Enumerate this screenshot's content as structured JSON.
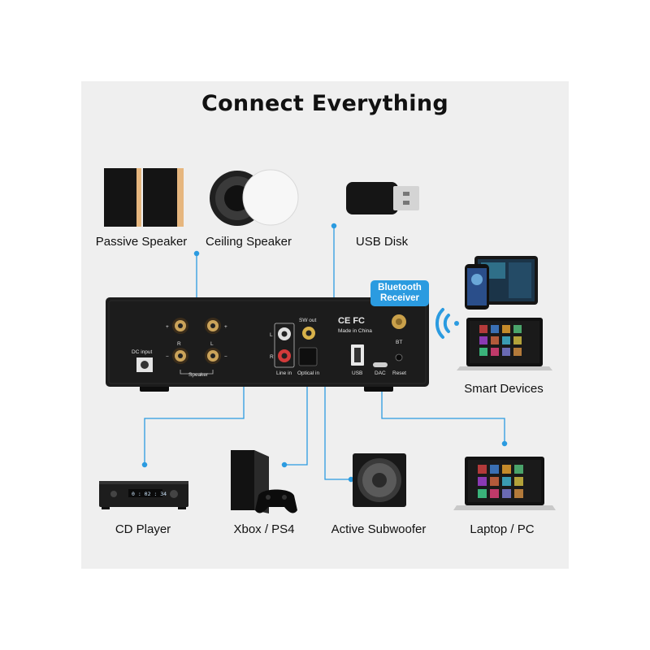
{
  "title": "Connect Everything",
  "devices": {
    "passive_speaker": "Passive Speaker",
    "ceiling_speaker": "Ceiling Speaker",
    "usb_disk": "USB Disk",
    "smart_devices": "Smart Devices",
    "cd_player": "CD Player",
    "xbox_ps4": "Xbox / PS4",
    "active_subwoofer": "Active Subwoofer",
    "laptop_pc": "Laptop / PC"
  },
  "bluetooth_badge": {
    "line1": "Bluetooth",
    "line2": "Receiver"
  },
  "amp_panel": {
    "dc_input": "DC input",
    "speaker": "Speaker",
    "r_top": "R",
    "l_top": "L",
    "plus": "+",
    "minus": "−",
    "line_l": "L",
    "line_r": "R",
    "line_in": "Line in",
    "sw_out": "SW out",
    "optical_in": "Optical in",
    "cert_marks": "CE FC",
    "made_in": "Made in China",
    "bt": "BT",
    "usb": "USB",
    "dac": "DAC",
    "reset": "Reset"
  },
  "cd_display": "0 : 02 : 34",
  "colors": {
    "connector_line": "#2b9be0",
    "accent": "#2b9be0",
    "amp_body": "#1c1c1c"
  }
}
